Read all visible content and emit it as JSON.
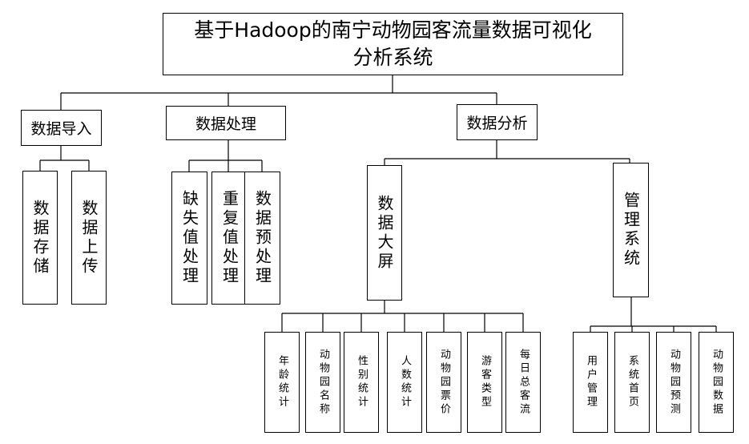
{
  "root": {
    "title": "基于Hadoop的南宁动物园客流量数据可视化分析系统"
  },
  "modules": {
    "import": {
      "label": "数据导入",
      "children": [
        "数据存储",
        "数据上传"
      ]
    },
    "process": {
      "label": "数据处理",
      "children": [
        "缺失值处理",
        "重复值处理",
        "数据预处理"
      ]
    },
    "analysis": {
      "label": "数据分析",
      "screen": {
        "label": "数据大屏",
        "children": [
          "年龄统计",
          "动物园名称",
          "性别统计",
          "人数统计",
          "动物园票价",
          "游客类型",
          "每日总客流"
        ]
      },
      "admin": {
        "label": "管理系统",
        "children": [
          "用户管理",
          "系统首页",
          "动物园预测",
          "动物园数据"
        ]
      }
    }
  }
}
